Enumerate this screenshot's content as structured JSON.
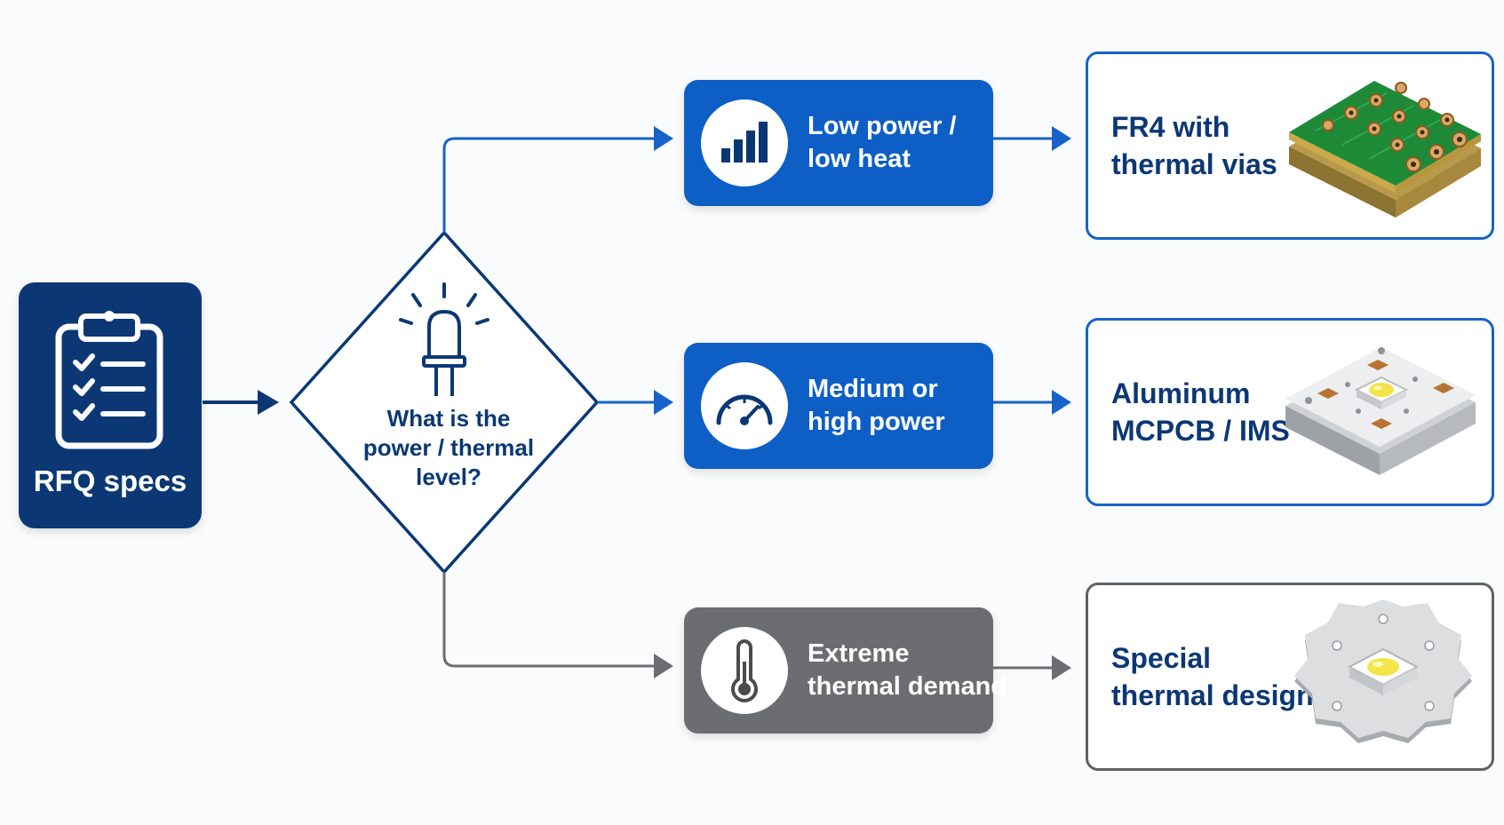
{
  "start": {
    "label": "RFQ specs",
    "icon": "clipboard-checklist-icon"
  },
  "decision": {
    "line1": "What is the",
    "line2": "power / thermal",
    "line3": "level?",
    "icon": "led-bulb-icon"
  },
  "categories": [
    {
      "line1": "Low power /",
      "line2": "low heat",
      "icon": "bar-chart-icon",
      "color": "#0d5fc6"
    },
    {
      "line1": "Medium or",
      "line2": "high power",
      "icon": "gauge-icon",
      "color": "#0d5fc6"
    },
    {
      "line1": "Extreme",
      "line2": "thermal demand",
      "icon": "thermometer-icon",
      "color": "#6b6d70"
    }
  ],
  "results": [
    {
      "line1": "FR4 with",
      "line2": "thermal vias",
      "image": "fr4-pcb-image",
      "border": "#1763c9"
    },
    {
      "line1": "Aluminum",
      "line2": "MCPCB / IMS",
      "image": "aluminum-mcpcb-led-image",
      "border": "#1763c9"
    },
    {
      "line1": "Special",
      "line2": "thermal design",
      "image": "star-heatsink-led-image",
      "border": "#5f6164"
    }
  ],
  "colors": {
    "navy": "#0b3875",
    "blue": "#0d5fc6",
    "gray": "#6b6d70",
    "background": "#fafbfc"
  }
}
